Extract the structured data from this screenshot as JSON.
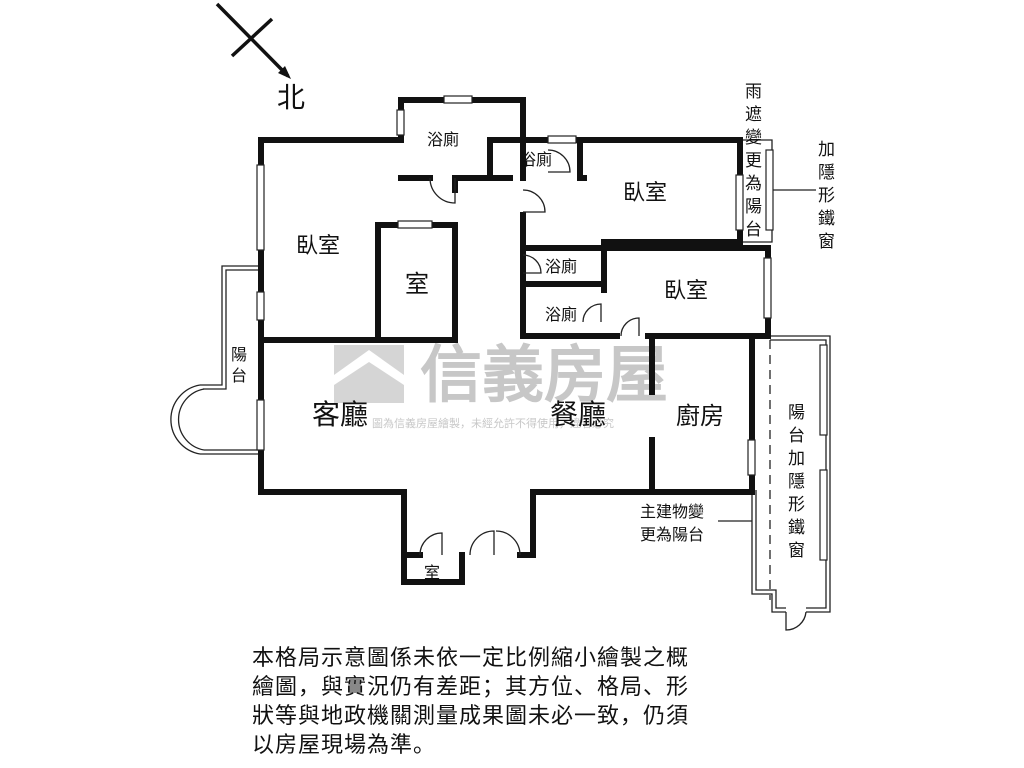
{
  "compass": {
    "north_label": "北"
  },
  "rooms": {
    "bath_top": "浴廁",
    "bath_mid": "浴廁",
    "bedroom_top_right": "臥室",
    "bedroom_left": "臥室",
    "small_room": "室",
    "bath_center_1": "浴廁",
    "bath_center_2": "浴廁",
    "bedroom_right": "臥室",
    "balcony_left": [
      "陽",
      "台"
    ],
    "living_room": "客廳",
    "dining_room": "餐廳",
    "kitchen": "廚房",
    "entry_room": "室"
  },
  "annotations": {
    "rain_shelter": [
      "雨",
      "遮",
      "變",
      "更",
      "為",
      "陽",
      "台"
    ],
    "iron_window_top": [
      "加",
      "隱",
      "形",
      "鐵",
      "窗"
    ],
    "balcony_iron_window": [
      "陽",
      "台",
      "加",
      "隱",
      "形",
      "鐵",
      "窗"
    ],
    "main_building_line1": "主建物變",
    "main_building_line2": "更為陽台"
  },
  "watermark": {
    "brand": "信義房屋",
    "notice": "圖為信義房屋繪製，未經允許不得使用，違者必究"
  },
  "disclaimer": [
    "本格局示意圖係未依一定比例縮小繪製之概",
    "繪圖，與實況仍有差距；其方位、格局、形",
    "狀等與地政機關測量成果圖未必一致，仍須",
    "以房屋現場為準。"
  ]
}
